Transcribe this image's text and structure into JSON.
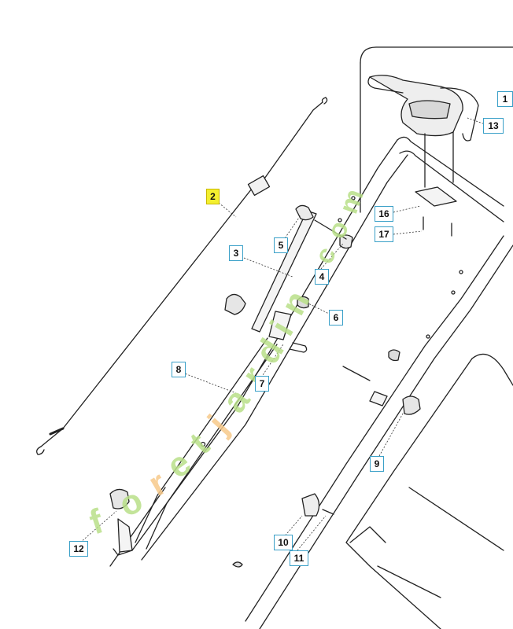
{
  "diagram": {
    "highlighted_part": "2",
    "watermark": "foretjardin.com",
    "colors": {
      "line": "#222222",
      "callout_border": "#3aa0c8",
      "highlight": "#f3ef2f",
      "watermark_green": "#b9e089",
      "watermark_orange": "#f7c98a"
    }
  },
  "callouts": {
    "c1": "1",
    "c2": "2",
    "c3": "3",
    "c4": "4",
    "c5": "5",
    "c6": "6",
    "c7": "7",
    "c8": "8",
    "c9": "9",
    "c10": "10",
    "c11": "11",
    "c12": "12",
    "c13": "13",
    "c16": "16",
    "c17": "17"
  }
}
